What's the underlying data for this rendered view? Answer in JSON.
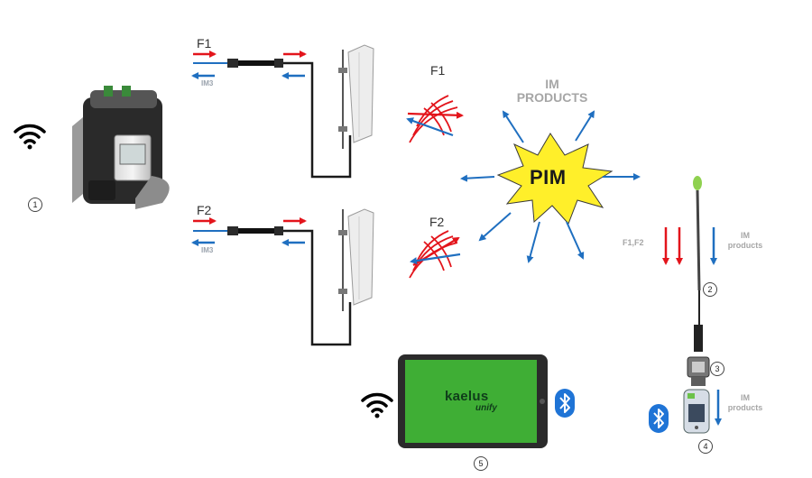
{
  "colors": {
    "forward_arrow": "#e3141b",
    "reflected_arrow": "#1f6fc0",
    "pim_burst": "#ffef2a",
    "tablet_screen": "#3fae35",
    "bluetooth": "#1f74d6",
    "cable": "#1a1a1a"
  },
  "icons": [
    "wifi-icon",
    "bluetooth-icon",
    "antenna-icon",
    "wave-icon",
    "pim-burst-icon"
  ],
  "labels": {
    "f1_top": "F1",
    "im3_top": "IM3",
    "f2_mid": "F2",
    "im3_mid": "IM3",
    "f1_wave": "F1",
    "f2_wave": "F2",
    "im_products_top": "IM\nPRODUCTS",
    "pim": "PIM",
    "f1f2": "F1,F2",
    "im_products_probe": "IM\nproducts",
    "im_products_device": "IM\nproducts"
  },
  "markers": {
    "analyzer": "1",
    "probe": "2",
    "connector": "3",
    "sensor": "4",
    "tablet": "5"
  },
  "tablet": {
    "brand_line1": "kaelus",
    "brand_line2": "unify"
  }
}
